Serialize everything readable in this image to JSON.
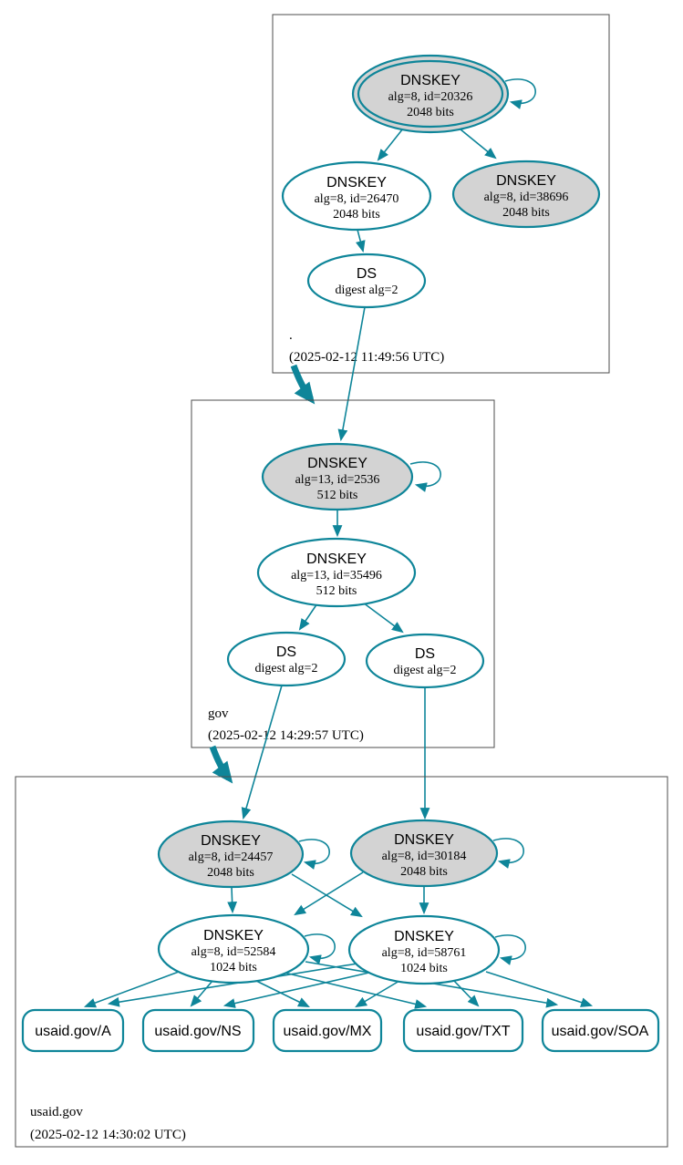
{
  "colors": {
    "edge_teal": "#0e8599",
    "ksk_fill_gray": "#d3d3d3",
    "node_fill_white": "#ffffff",
    "zone_border_gray": "#4d4d4d",
    "text_black": "#000000"
  },
  "zones": [
    {
      "name": ".",
      "timestamp": "(2025-02-12 11:49:56 UTC)",
      "nodes": {
        "ksk": {
          "title": "DNSKEY",
          "detail": "alg=8, id=20326",
          "bits": "2048 bits"
        },
        "zsk": {
          "title": "DNSKEY",
          "detail": "alg=8, id=26470",
          "bits": "2048 bits"
        },
        "standby": {
          "title": "DNSKEY",
          "detail": "alg=8, id=38696",
          "bits": "2048 bits"
        },
        "ds": {
          "title": "DS",
          "detail": "digest alg=2"
        }
      }
    },
    {
      "name": "gov",
      "timestamp": "(2025-02-12 14:29:57 UTC)",
      "nodes": {
        "ksk": {
          "title": "DNSKEY",
          "detail": "alg=13, id=2536",
          "bits": "512 bits"
        },
        "zsk": {
          "title": "DNSKEY",
          "detail": "alg=13, id=35496",
          "bits": "512 bits"
        },
        "ds1": {
          "title": "DS",
          "detail": "digest alg=2"
        },
        "ds2": {
          "title": "DS",
          "detail": "digest alg=2"
        }
      }
    },
    {
      "name": "usaid.gov",
      "timestamp": "(2025-02-12 14:30:02 UTC)",
      "nodes": {
        "ksk1": {
          "title": "DNSKEY",
          "detail": "alg=8, id=24457",
          "bits": "2048 bits"
        },
        "ksk2": {
          "title": "DNSKEY",
          "detail": "alg=8, id=30184",
          "bits": "2048 bits"
        },
        "zsk1": {
          "title": "DNSKEY",
          "detail": "alg=8, id=52584",
          "bits": "1024 bits"
        },
        "zsk2": {
          "title": "DNSKEY",
          "detail": "alg=8, id=58761",
          "bits": "1024 bits"
        }
      },
      "rrsets": [
        {
          "label": "usaid.gov/A"
        },
        {
          "label": "usaid.gov/NS"
        },
        {
          "label": "usaid.gov/MX"
        },
        {
          "label": "usaid.gov/TXT"
        },
        {
          "label": "usaid.gov/SOA"
        }
      ]
    }
  ]
}
